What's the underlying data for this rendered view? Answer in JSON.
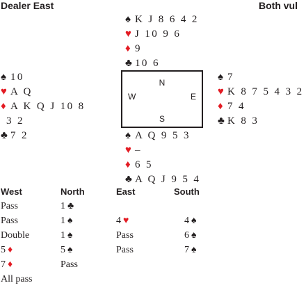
{
  "header": {
    "dealer": "Dealer East",
    "vulnerability": "Both vul"
  },
  "colors": {
    "red_suit": "#e31b23",
    "black_suit": "#231f20"
  },
  "hands": {
    "north": {
      "spades": "K J 8 6 4 2",
      "hearts": "J 10 9 6",
      "diamonds": "9",
      "clubs": "10 6"
    },
    "west": {
      "spades": "10",
      "hearts": "A Q",
      "diamonds": "A K Q J 10 8",
      "diamonds_cont": "3 2",
      "clubs": "7 2"
    },
    "east": {
      "spades": "7",
      "hearts": "K 8 7 5 4 3 2",
      "diamonds": "7 4",
      "clubs": "K 8 3"
    },
    "south": {
      "spades": "A Q 9 5 3",
      "hearts": "–",
      "diamonds": "6 5",
      "clubs": "A Q J 9 5 4"
    }
  },
  "compass": {
    "n": "N",
    "w": "W",
    "e": "E",
    "s": "S"
  },
  "suits": {
    "spade": "♠",
    "heart": "♥",
    "diamond": "♦",
    "club": "♣"
  },
  "auction": {
    "headers": [
      "West",
      "North",
      "East",
      "South"
    ],
    "rows": [
      [
        {
          "level": "Pass",
          "suit": ""
        },
        {
          "level": "1",
          "suit": "club"
        },
        {
          "level": "",
          "suit": ""
        },
        {
          "level": "",
          "suit": ""
        }
      ],
      [
        {
          "level": "Pass",
          "suit": ""
        },
        {
          "level": "1",
          "suit": "spade"
        },
        {
          "level": "4",
          "suit": "heart"
        },
        {
          "level": "4",
          "suit": "spade"
        }
      ],
      [
        {
          "level": "Double",
          "suit": ""
        },
        {
          "level": "1",
          "suit": "spade"
        },
        {
          "level": "Pass",
          "suit": ""
        },
        {
          "level": "6",
          "suit": "spade"
        }
      ],
      [
        {
          "level": "5",
          "suit": "diamond"
        },
        {
          "level": "5",
          "suit": "spade"
        },
        {
          "level": "Pass",
          "suit": ""
        },
        {
          "level": "7",
          "suit": "spade"
        }
      ],
      [
        {
          "level": "7",
          "suit": "diamond"
        },
        {
          "level": "Pass",
          "suit": ""
        },
        {
          "level": "",
          "suit": ""
        },
        {
          "level": "",
          "suit": ""
        }
      ]
    ],
    "final": "All pass"
  }
}
